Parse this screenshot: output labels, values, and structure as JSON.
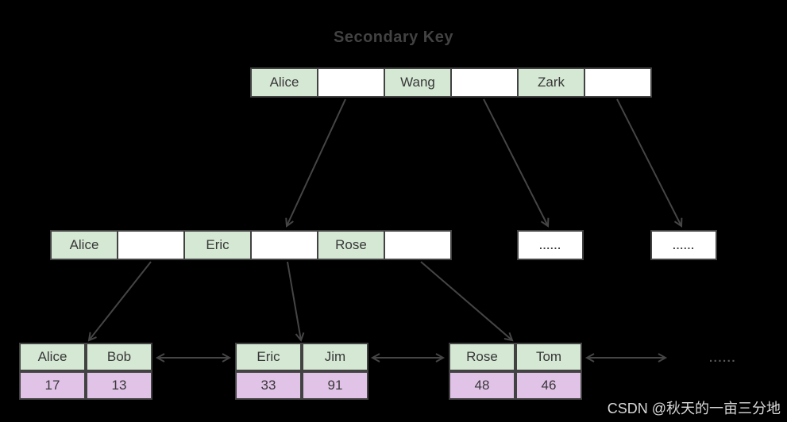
{
  "title": "Secondary Key",
  "colors": {
    "green": "#d5e8d4",
    "purple": "#e1c3e8",
    "white": "#ffffff",
    "border": "#424242",
    "arrow": "#454545",
    "celltext": "#383838",
    "titletext": "#424242",
    "watermark": "#d9d9d9",
    "background": "#000000"
  },
  "root_node": {
    "cells": [
      {
        "label": "Alice",
        "fill": "green"
      },
      {
        "label": "",
        "fill": "white"
      },
      {
        "label": "Wang",
        "fill": "green"
      },
      {
        "label": "",
        "fill": "white"
      },
      {
        "label": "Zark",
        "fill": "green"
      },
      {
        "label": "",
        "fill": "white"
      }
    ]
  },
  "internal_node": {
    "cells": [
      {
        "label": "Alice",
        "fill": "green"
      },
      {
        "label": "",
        "fill": "white"
      },
      {
        "label": "Eric",
        "fill": "green"
      },
      {
        "label": "",
        "fill": "white"
      },
      {
        "label": "Rose",
        "fill": "green"
      },
      {
        "label": "",
        "fill": "white"
      }
    ]
  },
  "overflow_nodes": [
    {
      "label": "......"
    },
    {
      "label": "......"
    }
  ],
  "leaf_nodes": [
    {
      "keys": [
        "Alice",
        "Bob"
      ],
      "values": [
        "17",
        "13"
      ]
    },
    {
      "keys": [
        "Eric",
        "Jim"
      ],
      "values": [
        "33",
        "91"
      ]
    },
    {
      "keys": [
        "Rose",
        "Tom"
      ],
      "values": [
        "48",
        "46"
      ]
    }
  ],
  "leaf_ellipsis": "......",
  "watermark": "CSDN @秋天的一亩三分地"
}
